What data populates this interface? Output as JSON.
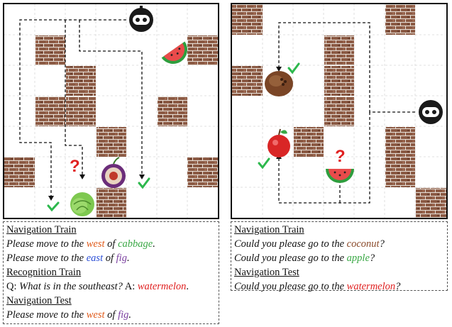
{
  "colors": {
    "brick": "#8b5a44",
    "mortar": "#e8e0d8",
    "path": "#111111",
    "check": "#2db84d",
    "question": "#e02020",
    "grid": "#d8d8d8",
    "direction": "#e05a1a",
    "cabbage": "#3aa845",
    "east": "#2c4fd6",
    "fig": "#7b3fa0",
    "coconut": "#8a4a2a",
    "apple": "#3aa845",
    "watermelon": "#e02020"
  },
  "icons": {
    "agent": "robot-head-icon",
    "left_items": [
      "watermelon-icon",
      "fig-icon",
      "cabbage-icon"
    ],
    "right_items": [
      "coconut-icon",
      "apple-icon",
      "watermelon-icon"
    ],
    "marks": [
      "checkmark-icon",
      "question-mark-icon"
    ]
  },
  "left_panel": {
    "question_mark": "?",
    "text": {
      "h1": "Navigation Train",
      "l1": {
        "pre": "Please move to the ",
        "dir": "west",
        "mid": " of ",
        "obj": "cabbage",
        "post": "."
      },
      "l2": {
        "pre": "Please move to the ",
        "dir": "east",
        "mid": " of ",
        "obj": "fig",
        "post": "."
      },
      "h2": "Recognition Train",
      "l3": {
        "q": "Q: ",
        "question": "What is in the southeast?",
        "a": " A: ",
        "answer": "watermelon",
        "post": "."
      },
      "h3": "Navigation Test",
      "l4": {
        "pre": "Please move to the ",
        "dir": "west",
        "mid": " of ",
        "obj": "fig",
        "post": "."
      }
    }
  },
  "right_panel": {
    "question_mark": "?",
    "text": {
      "h1": "Navigation Train",
      "l1": {
        "pre": "Could you please go to the ",
        "obj": "coconut",
        "post": "?"
      },
      "l2": {
        "pre": "Could you please go to the ",
        "obj": "apple",
        "post": "?"
      },
      "h2": "Navigation Test",
      "l3": {
        "pre": "Could you please go to the ",
        "obj": "watermelon",
        "post": "?"
      }
    }
  }
}
